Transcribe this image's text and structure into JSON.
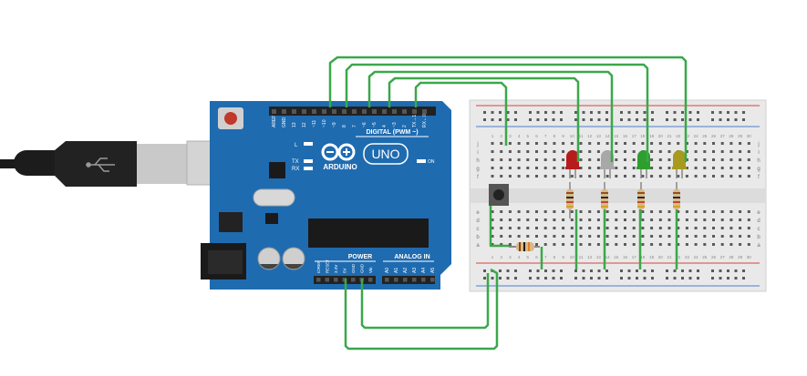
{
  "arduino": {
    "brand": "ARDUINO",
    "model": "UNO",
    "digital_header": "DIGITAL (PWM ~)",
    "power_header": "POWER",
    "analog_header": "ANALOG IN",
    "on_label": "ON",
    "led_l": "L",
    "led_tx": "TX",
    "led_rx": "RX",
    "digital_pins": [
      "AREF",
      "GND",
      "13",
      "12",
      "~11",
      "~10",
      "~9",
      "8",
      "7",
      "~6",
      "~5",
      "4",
      "~3",
      "2",
      "TX→1",
      "RX←0"
    ],
    "power_pins": [
      "IOREF",
      "RESET",
      "3.3V",
      "5V",
      "GND",
      "GND",
      "Vin"
    ],
    "analog_pins": [
      "A0",
      "A1",
      "A2",
      "A3",
      "A4",
      "A5"
    ]
  },
  "breadboard": {
    "row_letters_top": [
      "j",
      "i",
      "h",
      "g",
      "f"
    ],
    "row_letters_bottom": [
      "e",
      "d",
      "c",
      "b",
      "a"
    ],
    "column_numbers": [
      "1",
      "2",
      "3",
      "4",
      "5",
      "6",
      "7",
      "8",
      "9",
      "10",
      "11",
      "12",
      "13",
      "14",
      "15",
      "16",
      "17",
      "18",
      "19",
      "20",
      "21",
      "22",
      "23",
      "24",
      "25",
      "26",
      "27",
      "28",
      "29",
      "30"
    ]
  },
  "components": {
    "leds": [
      {
        "color_name": "red",
        "color": "#b71c1c"
      },
      {
        "color_name": "white",
        "color": "#a8a8a8"
      },
      {
        "color_name": "green",
        "color": "#2e9e2e"
      },
      {
        "color_name": "yellow",
        "color": "#a89a1e"
      }
    ]
  },
  "colors": {
    "board": "#1f6bb0",
    "wire": "#3aa84a",
    "rail_red": "#d9443b",
    "rail_blue": "#4a7fcf",
    "breadboard": "#e9e9e9"
  }
}
